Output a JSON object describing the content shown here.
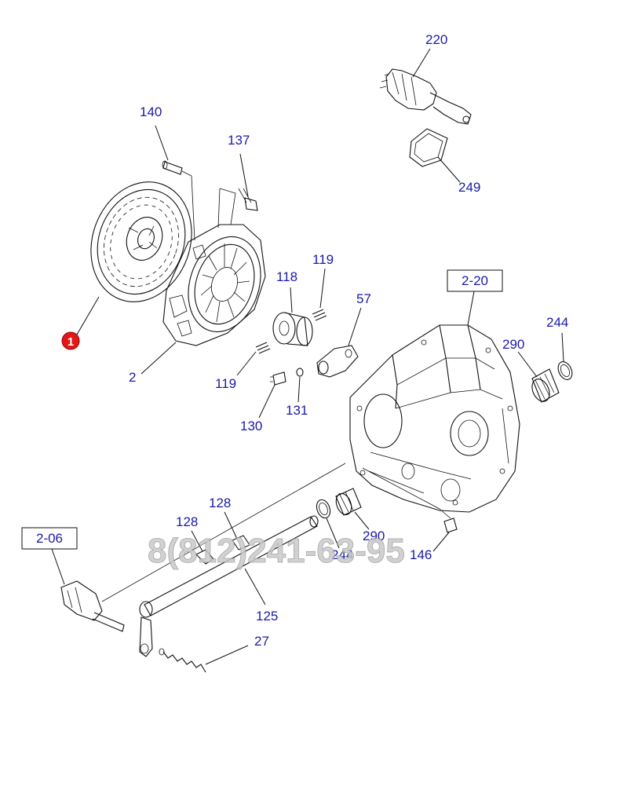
{
  "labels": {
    "l220": "220",
    "l249": "249",
    "l140": "140",
    "l137": "137",
    "l119a": "119",
    "l118": "118",
    "l57": "57",
    "l119b": "119",
    "l130": "130",
    "l131": "131",
    "l2": "2",
    "l1": "1",
    "l290a": "290",
    "l244a": "244",
    "l290b": "290",
    "l244b": "244",
    "l146": "146",
    "l128a": "128",
    "l128b": "128",
    "l125": "125",
    "l27": "27"
  },
  "refs": {
    "ref_2_20": "2-20",
    "ref_2_06": "2-06"
  },
  "watermark": "8(812)241-63-95",
  "colors": {
    "label": "#1a1aa8",
    "badge": "#e01818",
    "line": "#111111"
  }
}
